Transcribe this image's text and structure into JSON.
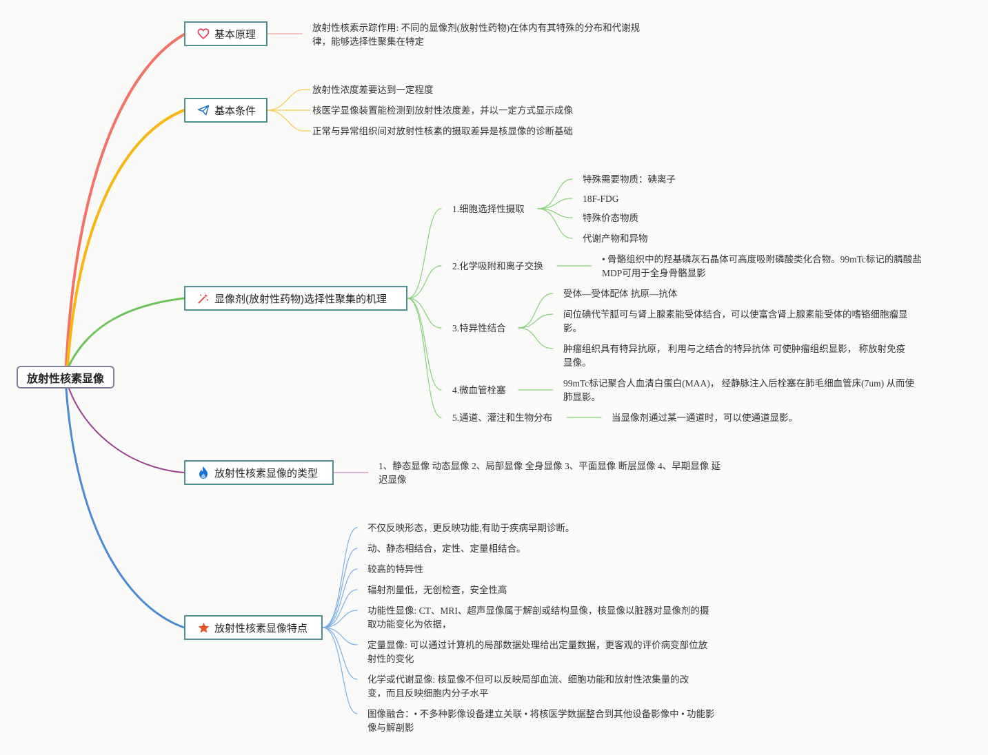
{
  "root": {
    "label": "放射性核素显像"
  },
  "branches": {
    "principle": {
      "label": "基本原理",
      "icon": "heart-icon",
      "text": "放射性核素示踪作用: 不同的显像剂(放射性药物)在体内有其特殊的分布和代谢规律，能够选择性聚集在特定"
    },
    "conditions": {
      "label": "基本条件",
      "icon": "paper-plane-icon",
      "items": [
        "放射性浓度差要达到一定程度",
        "核医学显像装置能检测到放射性浓度差，并以一定方式显示成像",
        "正常与异常组织间对放射性核素的摄取差异是核显像的诊断基础"
      ]
    },
    "mechanism": {
      "label": "显像剂(放射性药物)选择性聚集的机理",
      "icon": "magic-wand-icon",
      "items": [
        {
          "label": "1.细胞选择性摄取",
          "children": [
            "特殊需要物质：碘离子",
            "18F-FDG",
            "特殊价态物质",
            "代谢产物和异物"
          ]
        },
        {
          "label": "2.化学吸附和离子交换",
          "children": [
            "• 骨骼组织中的羟基磷灰石晶体可高度吸附磷酸类化合物。99mTc标记的膦酸盐MDP可用于全身骨骼显影"
          ]
        },
        {
          "label": "3.特异性结合",
          "children": [
            "受体—受体配体 抗原—抗体",
            "间位碘代苄胍可与肾上腺素能受体结合，可以使富含肾上腺素能受体的嗜铬细胞瘤显影。",
            "肿瘤组织具有特异抗原， 利用与之结合的特异抗体 可使肿瘤组织显影， 称放射免疫显像。"
          ]
        },
        {
          "label": "4.微血管栓塞",
          "children": [
            "99mTc标记聚合人血清白蛋白(MAA)， 经静脉注入后栓塞在肺毛细血管床(7um) 从而使肺显影。"
          ]
        },
        {
          "label": "5.通道、灌注和生物分布",
          "children": [
            "当显像剂通过某一通道时，可以使通道显影。"
          ]
        }
      ]
    },
    "types": {
      "label": "放射性核素显像的类型",
      "icon": "flame-icon",
      "text": "1、静态显像 动态显像 2、局部显像 全身显像 3、平面显像 断层显像 4、早期显像 延迟显像"
    },
    "features": {
      "label": "放射性核素显像特点",
      "icon": "star-icon",
      "items": [
        "不仅反映形态，更反映功能,有助于疾病早期诊断。",
        "动、静态相结合，定性、定量相结合。",
        "较高的特异性",
        "辐射剂量低，无创检查，安全性高",
        "功能性显像: CT、MRI、超声显像属于解剖或结构显像，核显像以脏器对显像剂的摄取功能变化为依据，",
        "定量显像: 可以通过计算机的局部数据处理给出定量数据，更客观的评价病变部位放射性的变化",
        "化学或代谢显像: 核显像不但可以反映局部血流、细胞功能和放射性浓集量的改变，而且反映细胞内分子水平",
        "图像融合：• 不多种影像设备建立关联 • 将核医学数据整合到其他设备影像中 • 功能影像与解剖影"
      ]
    }
  },
  "colors": {
    "principle": "#f47264",
    "conditions": "#f8b514",
    "mechanism": "#6cc35a",
    "types": "#9a3f8e",
    "features": "#4a8ad4",
    "border": "#4f8f8f"
  }
}
